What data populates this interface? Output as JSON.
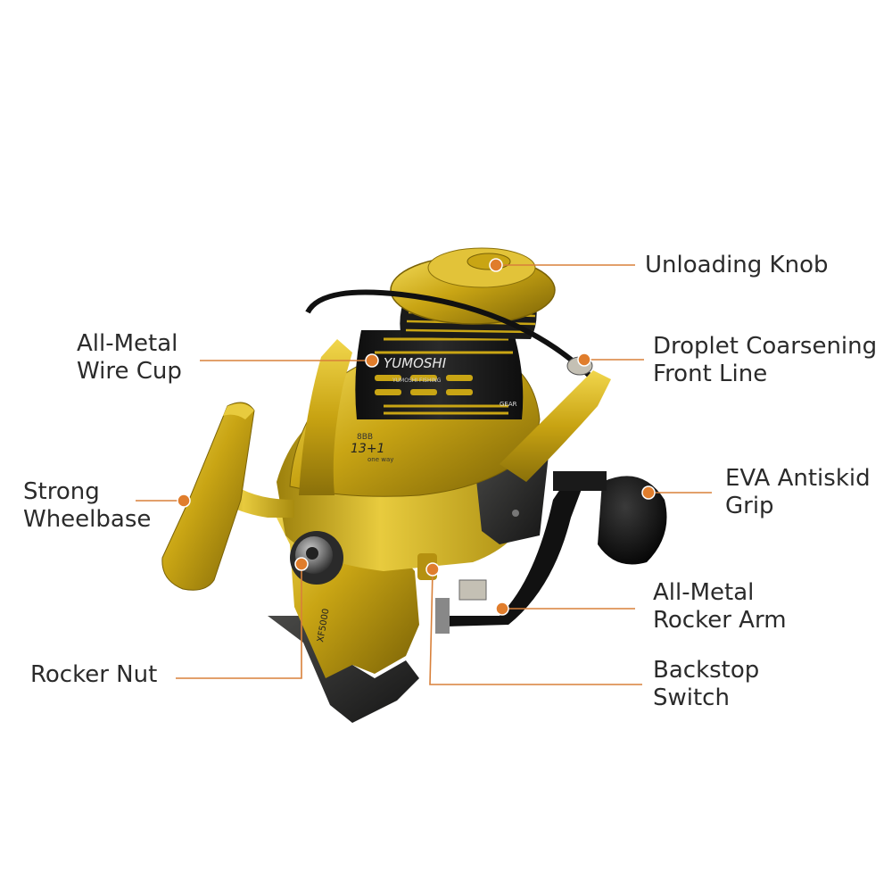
{
  "diagram": {
    "reel_markings": {
      "brand": "YUMOSHI",
      "brand_sub": "YUMOSHI FISHING",
      "bearings": "8BB",
      "bearings_formula": "13+1",
      "one_way": "one way",
      "model": "XF5000",
      "gear": "GEAR"
    },
    "labels": [
      {
        "id": "unloading-knob",
        "lines": [
          "Unloading Knob"
        ]
      },
      {
        "id": "all-metal-wire-cup",
        "lines": [
          "All-Metal",
          "Wire Cup"
        ]
      },
      {
        "id": "droplet-coarsening-front-line",
        "lines": [
          "Droplet Coarsening",
          "Front Line"
        ]
      },
      {
        "id": "strong-wheelbase",
        "lines": [
          "Strong",
          "Wheelbase"
        ]
      },
      {
        "id": "eva-antiskid-grip",
        "lines": [
          "EVA Antiskid",
          "Grip"
        ]
      },
      {
        "id": "all-metal-rocker-arm",
        "lines": [
          "All-Metal",
          "Rocker Arm"
        ]
      },
      {
        "id": "rocker-nut",
        "lines": [
          "Rocker Nut"
        ]
      },
      {
        "id": "backstop-switch",
        "lines": [
          "Backstop",
          "Switch"
        ]
      }
    ],
    "colors": {
      "leader_line": "#d8803a",
      "marker": "#e07d2c",
      "gold": "#c9a514",
      "gold_light": "#f0d54a",
      "gold_dark": "#7f6808",
      "black": "#1c1c1c",
      "label_text": "#2b2b2b"
    }
  }
}
